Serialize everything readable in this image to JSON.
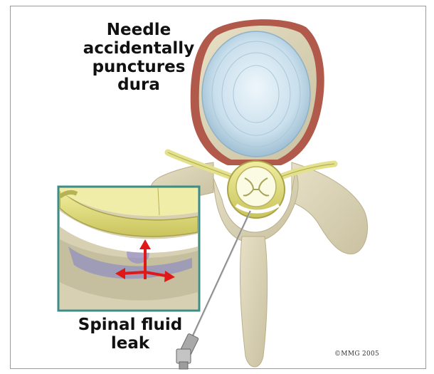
{
  "annotations": {
    "top_label_lines": [
      "Needle",
      "accidentally",
      "punctures",
      "dura"
    ],
    "bottom_label_lines": [
      "Spinal fluid",
      "leak"
    ]
  },
  "copyright": "©MMG 2005",
  "colors": {
    "bone": "#dcd5b8",
    "disc": "#cfe3ef",
    "dura": "#e5e29a",
    "inset_border": "#3e8d84",
    "csf_leak": "#7d7fc8",
    "arrow": "#e01818"
  }
}
